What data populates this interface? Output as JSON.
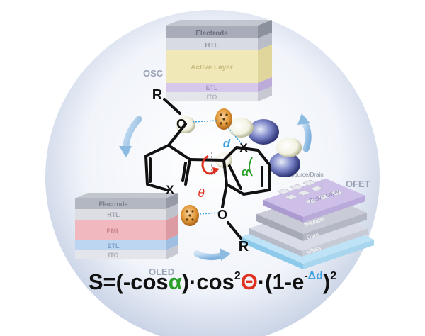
{
  "devices": {
    "osc": {
      "name": "OSC",
      "layers": [
        "Electrode",
        "HTL",
        "Active Layer",
        "ETL",
        "ITO"
      ]
    },
    "oled": {
      "name": "OLED",
      "layers": [
        "Electrode",
        "HTL",
        "EML",
        "ETL",
        "ITO"
      ]
    },
    "ofet": {
      "name": "OFET",
      "layers": [
        "Source/Drain",
        "Active Layer",
        "Insulator",
        "Gate",
        "Glass"
      ]
    }
  },
  "molecule": {
    "substituent_top": "R",
    "substituent_bottom": "R",
    "oxygen_top": "O",
    "oxygen_bottom": "O",
    "heteroatom_left": "X",
    "heteroatom_right": "X",
    "distance_symbol": "d",
    "angle_alpha": "α",
    "angle_theta": "θ"
  },
  "formula": {
    "s": "S=(-cos",
    "alpha": "α",
    "mid": ")·cos",
    "exp2a": "2",
    "theta": "Θ",
    "dot": "·(1-e",
    "exp_neg": "-",
    "delta": "Δ",
    "d": "d",
    "close": ")",
    "exp2b": "2"
  },
  "colors": {
    "alpha": "#2aa02a",
    "theta": "#e03020",
    "distance": "#3aa0e0",
    "sphere": "#e4ebf5"
  }
}
